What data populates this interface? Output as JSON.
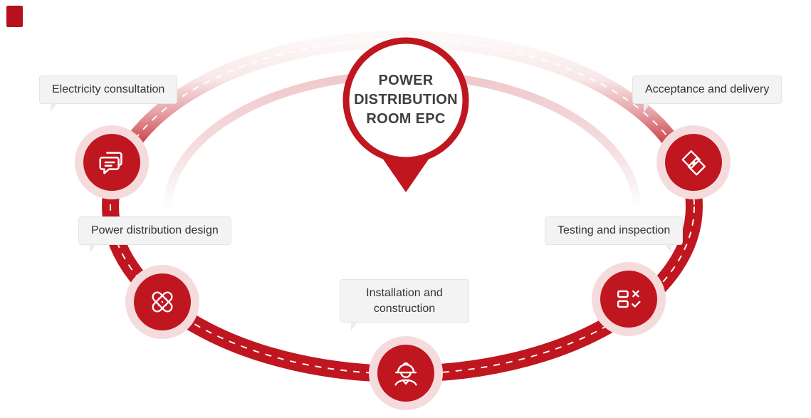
{
  "diagram": {
    "center_title": {
      "line1": "POWER",
      "line2": "DISTRIBUTION",
      "line3": "ROOM EPC"
    },
    "steps": [
      {
        "id": "electricity-consultation",
        "label": "Electricity consultation",
        "icon": "chat-icon"
      },
      {
        "id": "power-distribution-design",
        "label": "Power distribution design",
        "icon": "crossed-bandage-icon"
      },
      {
        "id": "installation-construction",
        "label": "Installation and construction",
        "icon": "worker-icon"
      },
      {
        "id": "testing-inspection",
        "label": "Testing and inspection",
        "icon": "checklist-icon"
      },
      {
        "id": "acceptance-delivery",
        "label": "Acceptance and delivery",
        "icon": "handshake-icon"
      }
    ],
    "colors": {
      "primary_red": "#bf161f",
      "halo_pink": "#f6dbdc",
      "label_background": "#f3f3f3",
      "label_border": "#e4e4e4",
      "title_text": "#3f3f3f",
      "label_text": "#333333"
    }
  }
}
